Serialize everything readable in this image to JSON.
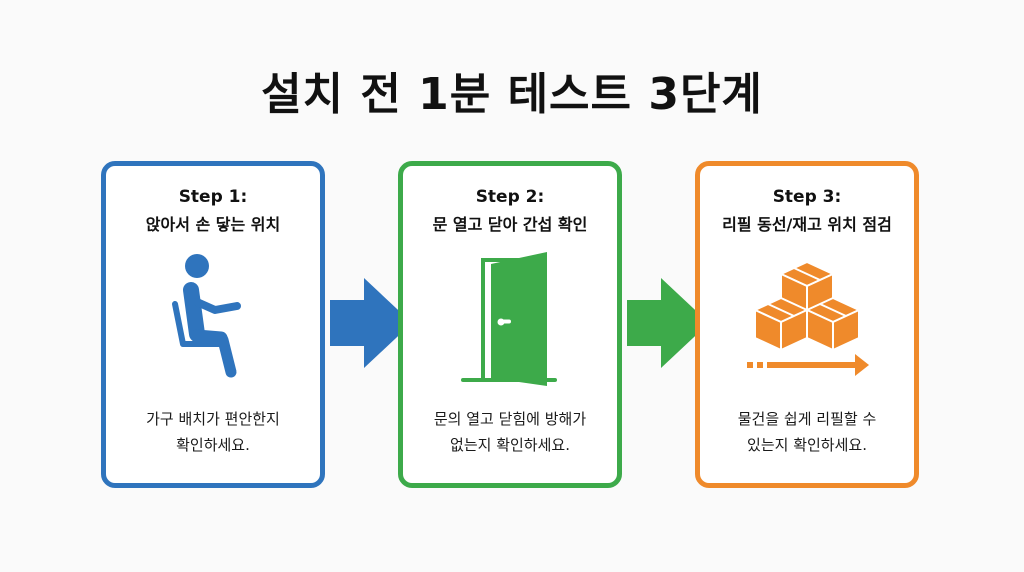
{
  "title": "설치 전 1분 테스트 3단계",
  "colors": {
    "blue": "#2f74bd",
    "green": "#3daa4a",
    "orange": "#ef8a2b"
  },
  "steps": [
    {
      "heading": "Step 1:",
      "subheading": "앉아서 손 닿는 위치",
      "icon": "seated-person-icon",
      "desc_line1": "가구 배치가 편안한지",
      "desc_line2": "확인하세요."
    },
    {
      "heading": "Step 2:",
      "subheading": "문 열고 닫아 간섭 확인",
      "icon": "open-door-icon",
      "desc_line1": "문의 열고 닫힘에 방해가",
      "desc_line2": "없는지 확인하세요."
    },
    {
      "heading": "Step 3:",
      "subheading": "리필 동선/재고 위치 점검",
      "icon": "stacked-boxes-icon",
      "desc_line1": "물건을 쉽게 리필할 수",
      "desc_line2": "있는지 확인하세요."
    }
  ]
}
